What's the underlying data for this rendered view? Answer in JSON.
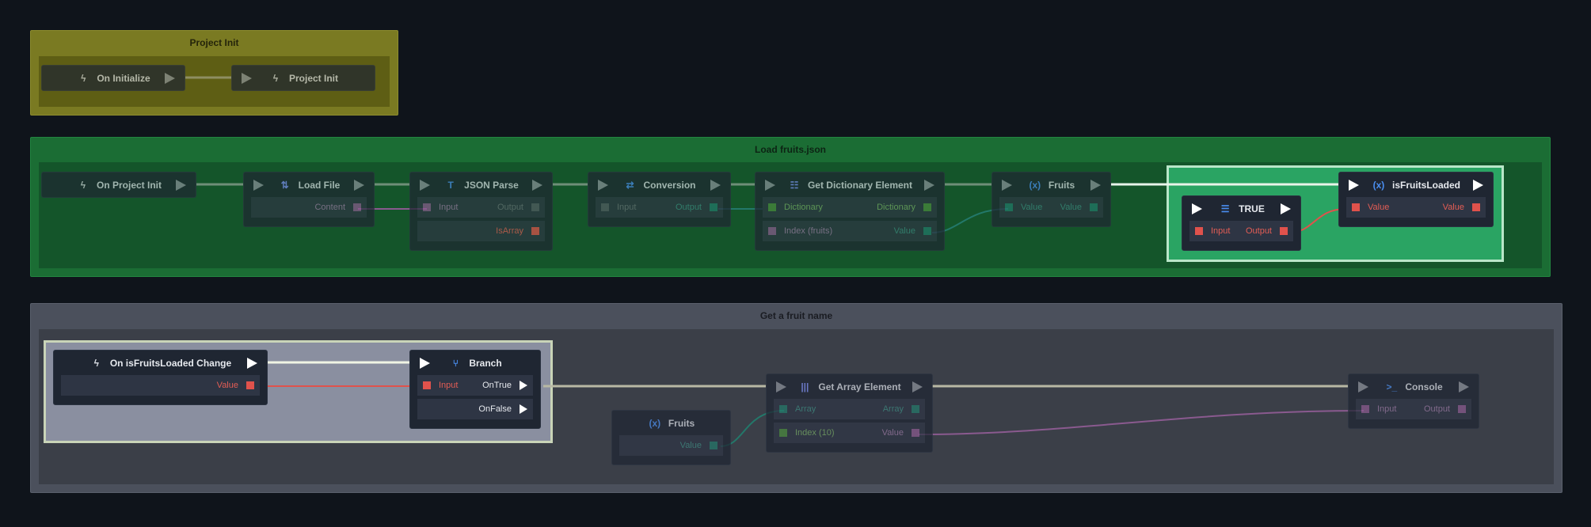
{
  "groups": {
    "init": {
      "title": "Project Init"
    },
    "load": {
      "title": "Load fruits.json"
    },
    "fruit": {
      "title": "Get a fruit name"
    }
  },
  "nodes": {
    "on_initialize": {
      "title": "On Initialize",
      "icon": "bolt-icon"
    },
    "project_init": {
      "title": "Project Init",
      "icon": "bolt-icon"
    },
    "on_project_init": {
      "title": "On Project Init",
      "icon": "bolt-icon"
    },
    "load_file": {
      "title": "Load File",
      "icon": "load-file-icon",
      "content": "Content"
    },
    "json_parse": {
      "title": "JSON Parse",
      "icon": "text-icon",
      "input": "Input",
      "output": "Output",
      "is_array": "IsArray"
    },
    "conversion": {
      "title": "Conversion",
      "icon": "conversion-icon",
      "input": "Input",
      "output": "Output"
    },
    "get_dict": {
      "title": "Get Dictionary Element",
      "icon": "dictionary-icon",
      "dictionary_in": "Dictionary",
      "dictionary_out": "Dictionary",
      "index": "Index (fruits)",
      "value": "Value"
    },
    "fruits_set": {
      "title": "Fruits",
      "icon": "variable-icon",
      "value_in": "Value",
      "value_out": "Value"
    },
    "true_node": {
      "title": "TRUE",
      "icon": "boolean-icon",
      "input": "Input",
      "output": "Output"
    },
    "is_fruits_loaded": {
      "title": "isFruitsLoaded",
      "icon": "variable-icon",
      "value_in": "Value",
      "value_out": "Value"
    },
    "on_change": {
      "title": "On isFruitsLoaded Change",
      "icon": "bolt-icon",
      "value": "Value"
    },
    "branch": {
      "title": "Branch",
      "icon": "branch-icon",
      "input": "Input",
      "on_true": "OnTrue",
      "on_false": "OnFalse"
    },
    "fruits_get": {
      "title": "Fruits",
      "icon": "variable-icon",
      "value": "Value"
    },
    "get_array": {
      "title": "Get Array Element",
      "icon": "array-icon",
      "array_in": "Array",
      "array_out": "Array",
      "index": "Index (10)",
      "value": "Value"
    },
    "console": {
      "title": "Console",
      "icon": "terminal-icon",
      "input": "Input",
      "output": "Output"
    }
  },
  "colors": {
    "group_init": "#7a7a22",
    "group_load": "#1b6d34",
    "group_fruit": "#4b505c",
    "pin_string": "#8a5a8f",
    "pin_object": "#23786a",
    "pin_boolean": "#e0524c",
    "pin_number": "#4a8a3e"
  }
}
